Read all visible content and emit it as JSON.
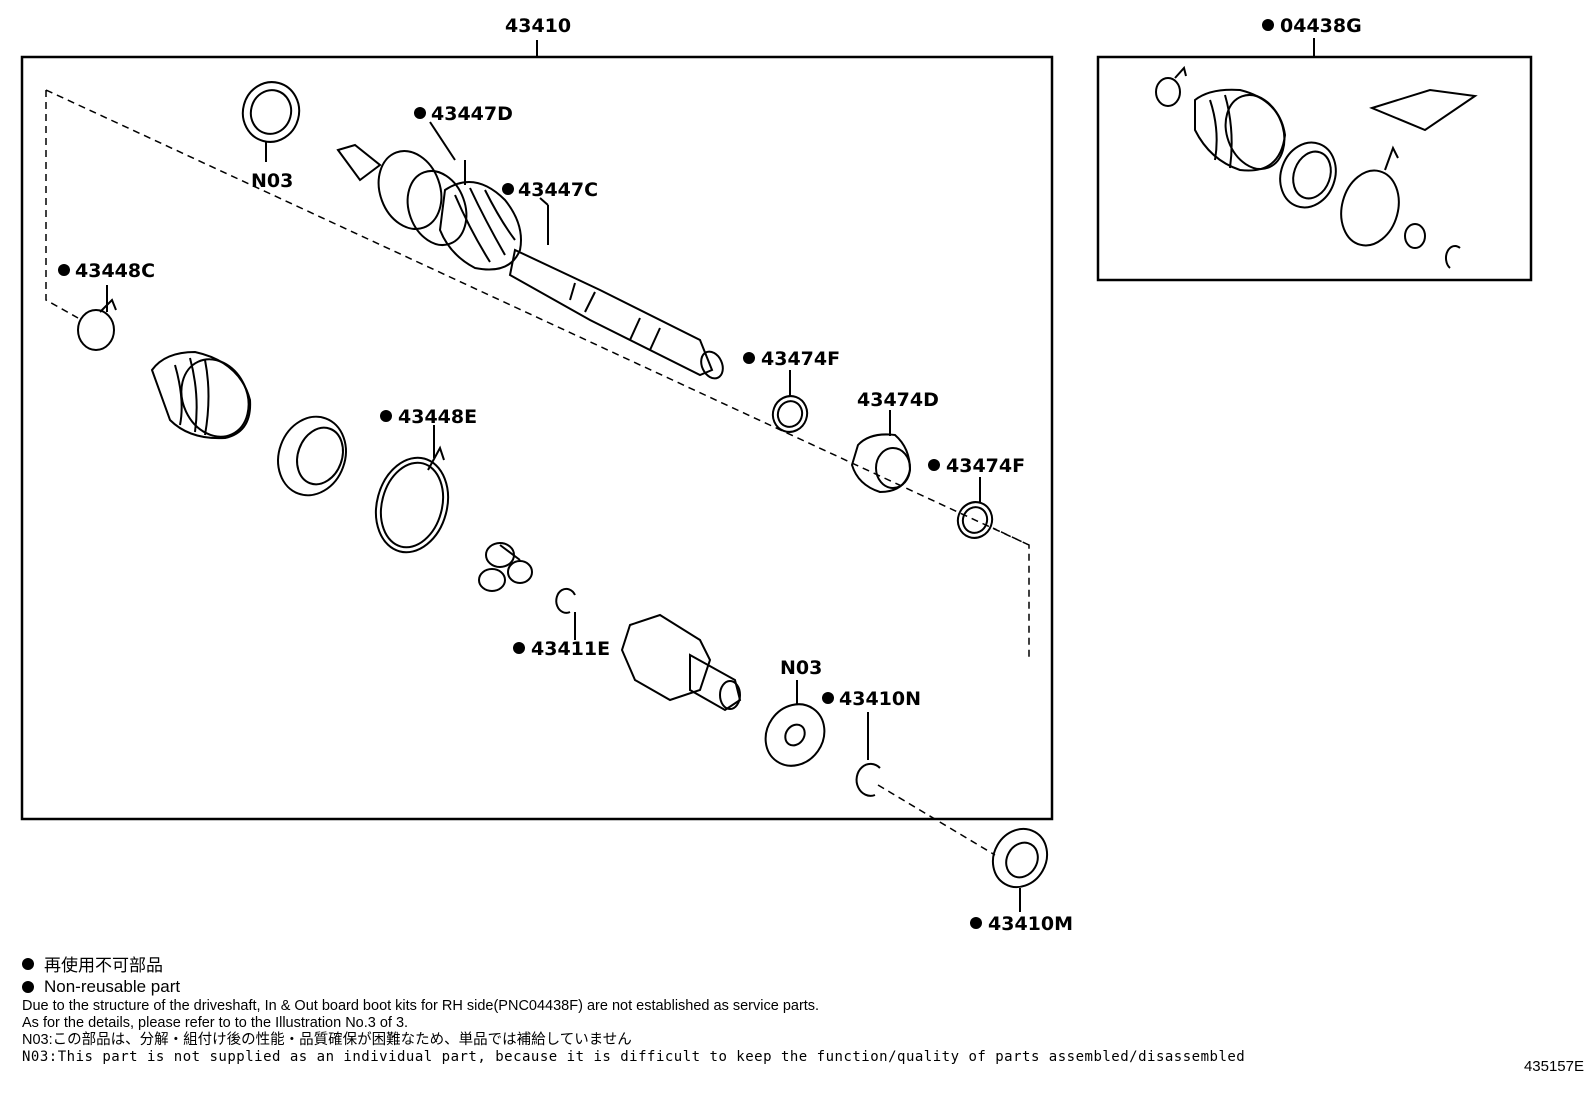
{
  "labels": {
    "main_assembly": "43410",
    "kit": "04438G",
    "boot_clamp_1": "43447D",
    "boot_clamp_2": "43447C",
    "boot_clamp_3": "43448C",
    "boot_clamp_4": "43448E",
    "damper_clamp_1": "43474F",
    "damper": "43474D",
    "damper_clamp_2": "43474F",
    "snap_ring": "43411E",
    "hole_snap_ring": "43410N",
    "dust_seal": "43410M",
    "n03_top": "N03",
    "n03_bottom": "N03"
  },
  "legend": {
    "jp": "再使用不可部品",
    "en": "Non-reusable part"
  },
  "notes": {
    "line1": "Due to the structure of the driveshaft, In & Out board  boot kits for RH side(PNC04438F) are not established as service parts.",
    "line2": "As for the details, please refer to to the Illustration No.3 of 3.",
    "line3": "N03:この部品は、分解・組付け後の性能・品質確保が困難なため、単品では補給していません",
    "line4": "N03:This part is not supplied as an individual part, because it is difficult to keep the function/quality of parts assembled/disassembled"
  },
  "illustration_id": "435157E"
}
